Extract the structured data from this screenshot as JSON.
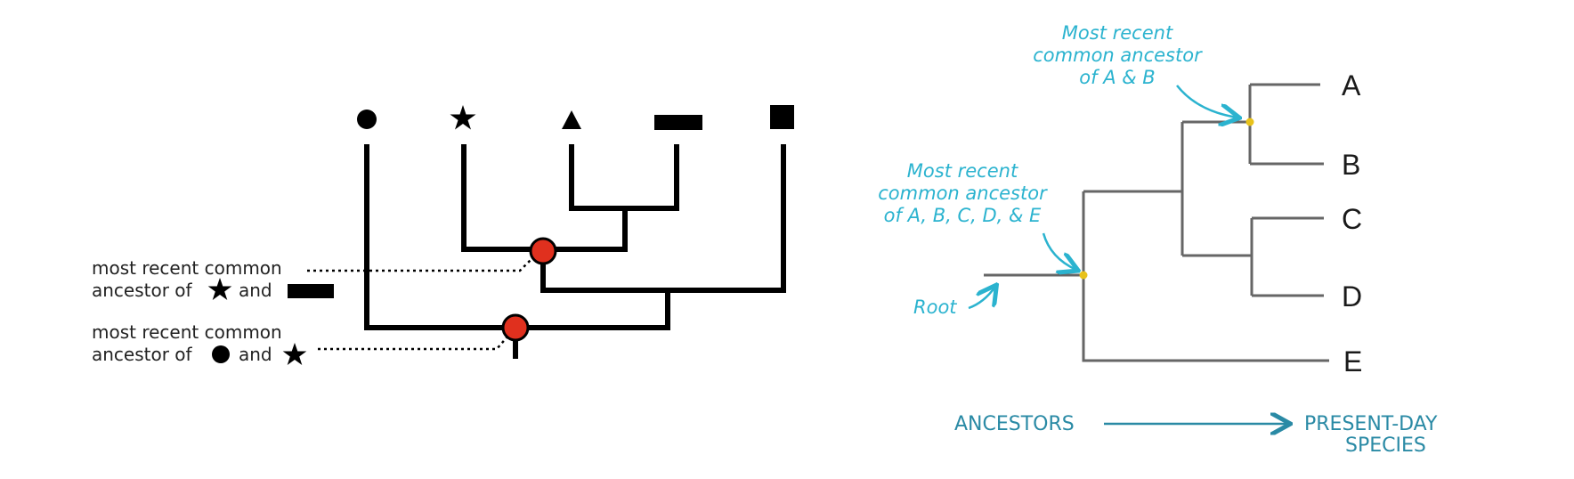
{
  "left_tree": {
    "mrca_star_rect": {
      "line1": "most recent common",
      "line2_prefix": "ancestor of",
      "line2_join": "and"
    },
    "mrca_circle_star": {
      "line1": "most recent common",
      "line2_prefix": "ancestor of",
      "line2_join": "and"
    },
    "tip_symbols": [
      "circle",
      "star",
      "triangle",
      "bar",
      "square"
    ],
    "colors": {
      "branch": "#000000",
      "node": "#e0301e"
    }
  },
  "right_tree": {
    "tips": [
      "A",
      "B",
      "C",
      "D",
      "E"
    ],
    "note_ab": {
      "line1": "Most recent",
      "line2": "common ancestor",
      "line3": "of A & B"
    },
    "note_root_mrca": {
      "line1": "Most recent",
      "line2": "common ancestor",
      "line3": "of A, B, C, D, & E"
    },
    "root_label": "Root",
    "axis": {
      "left": "ANCESTORS",
      "right_line1": "PRESENT-DAY",
      "right_line2": "SPECIES"
    },
    "colors": {
      "branch": "#666666",
      "node": "#e8c21a",
      "annotation": "#2bb3cf",
      "axis": "#2a8aa5"
    }
  }
}
